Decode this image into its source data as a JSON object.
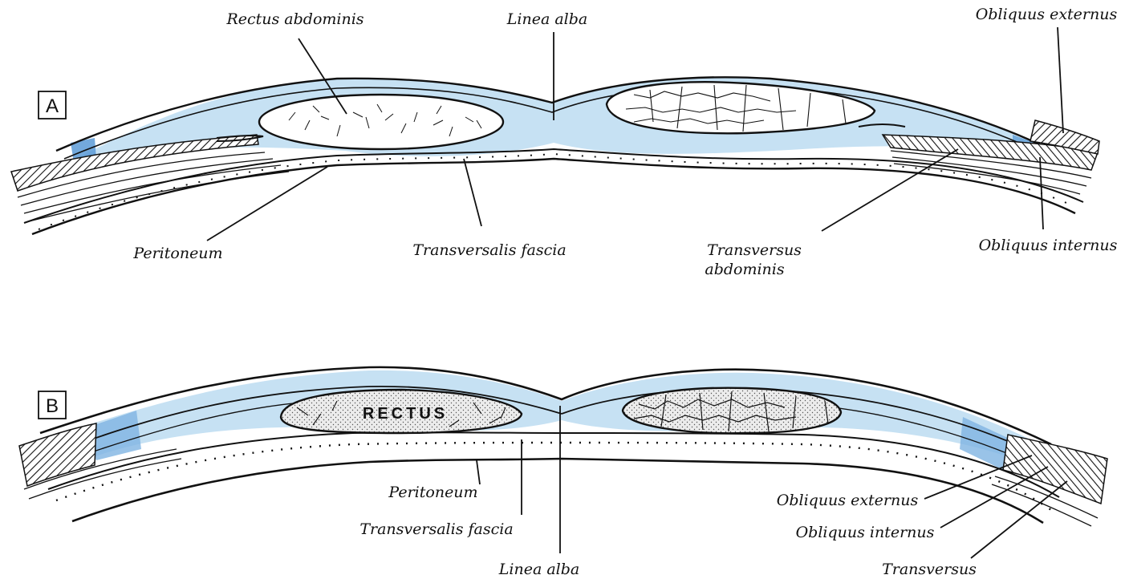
{
  "panel_a": {
    "letter": "A",
    "labels": {
      "rectus_abdominis": "Rectus abdominis",
      "linea_alba": "Linea alba",
      "obliquus_externus": "Obliquus externus",
      "peritoneum": "Peritoneum",
      "transversalis_fascia": "Transversalis fascia",
      "transversus_line1": "Transversus",
      "transversus_line2": "abdominis",
      "obliquus_internus": "Obliquus internus"
    }
  },
  "panel_b": {
    "letter": "B",
    "rectus_word": "RECTUS",
    "labels": {
      "peritoneum": "Peritoneum",
      "transversalis_fascia": "Transversalis fascia",
      "linea_alba": "Linea alba",
      "obliquus_externus": "Obliquus externus",
      "obliquus_internus": "Obliquus internus",
      "transversus": "Transversus"
    }
  },
  "colors": {
    "sheath": "#c6e1f3",
    "sheath_dark": "#5a9ad6",
    "rectus_b": "#e8e8e8",
    "ink": "#111111"
  }
}
